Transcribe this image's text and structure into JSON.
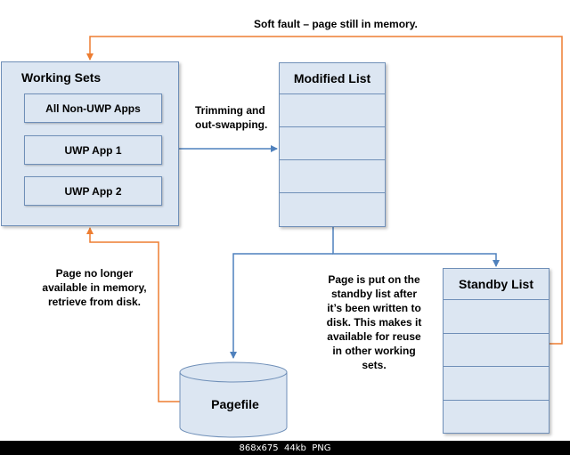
{
  "working_sets": {
    "title": "Working Sets",
    "apps": [
      "All Non-UWP Apps",
      "UWP App 1",
      "UWP App 2"
    ]
  },
  "modified_list": {
    "title": "Modified List"
  },
  "standby_list": {
    "title": "Standby List"
  },
  "pagefile": {
    "label": "Pagefile"
  },
  "annotations": {
    "soft_fault": "Soft fault – page still in memory.",
    "trimming": [
      "Trimming and",
      "out-swapping."
    ],
    "retrieve": [
      "Page no longer",
      "available in memory,",
      "retrieve from disk."
    ],
    "standby": [
      "Page is put on the",
      "standby list after",
      "it’s been written to",
      "disk. This makes it",
      "available for reuse",
      "in other working",
      "sets."
    ]
  },
  "colors": {
    "box_fill": "#dce6f2",
    "box_border": "#6f8fb8",
    "blue_arrow": "#4f81bd",
    "orange_arrow": "#ed7d31"
  },
  "footer": {
    "text": "868x675  44kb  PNG"
  }
}
